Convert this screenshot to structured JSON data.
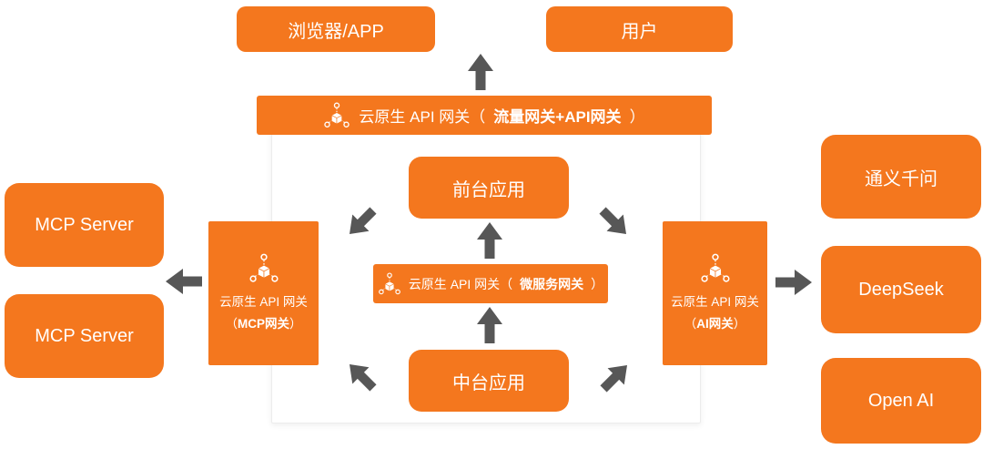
{
  "colors": {
    "accent_orange": "#F4771E",
    "arrow_gray": "#575757",
    "card_border": "#ececec",
    "text_on_orange": "#ffffff"
  },
  "icons": {
    "gateway": "cube-network-icon",
    "arrow": "block-arrow"
  },
  "top_row": {
    "browser_box": "浏览器/APP",
    "user_box": "用户"
  },
  "traffic_gateway_banner": {
    "prefix": "云原生 API 网关（",
    "bold": "流量网关+API网关",
    "suffix": "）"
  },
  "card": {
    "frontend_box": "前台应用",
    "microservice_gateway": {
      "prefix": "云原生 API 网关（",
      "bold": "微服务网关",
      "suffix": "）"
    },
    "midend_box": "中台应用"
  },
  "mcp_gateway_box": {
    "line1": "云原生 API 网关",
    "line2_prefix": "（",
    "line2_bold": "MCP网关",
    "line2_suffix": "）"
  },
  "ai_gateway_box": {
    "line1": "云原生 API 网关",
    "line2_prefix": "（",
    "line2_bold": "AI网关",
    "line2_suffix": "）"
  },
  "left_column": {
    "items": [
      "MCP Server",
      "MCP Server"
    ]
  },
  "right_column": {
    "items": [
      "通义千问",
      "DeepSeek",
      "Open AI"
    ]
  }
}
